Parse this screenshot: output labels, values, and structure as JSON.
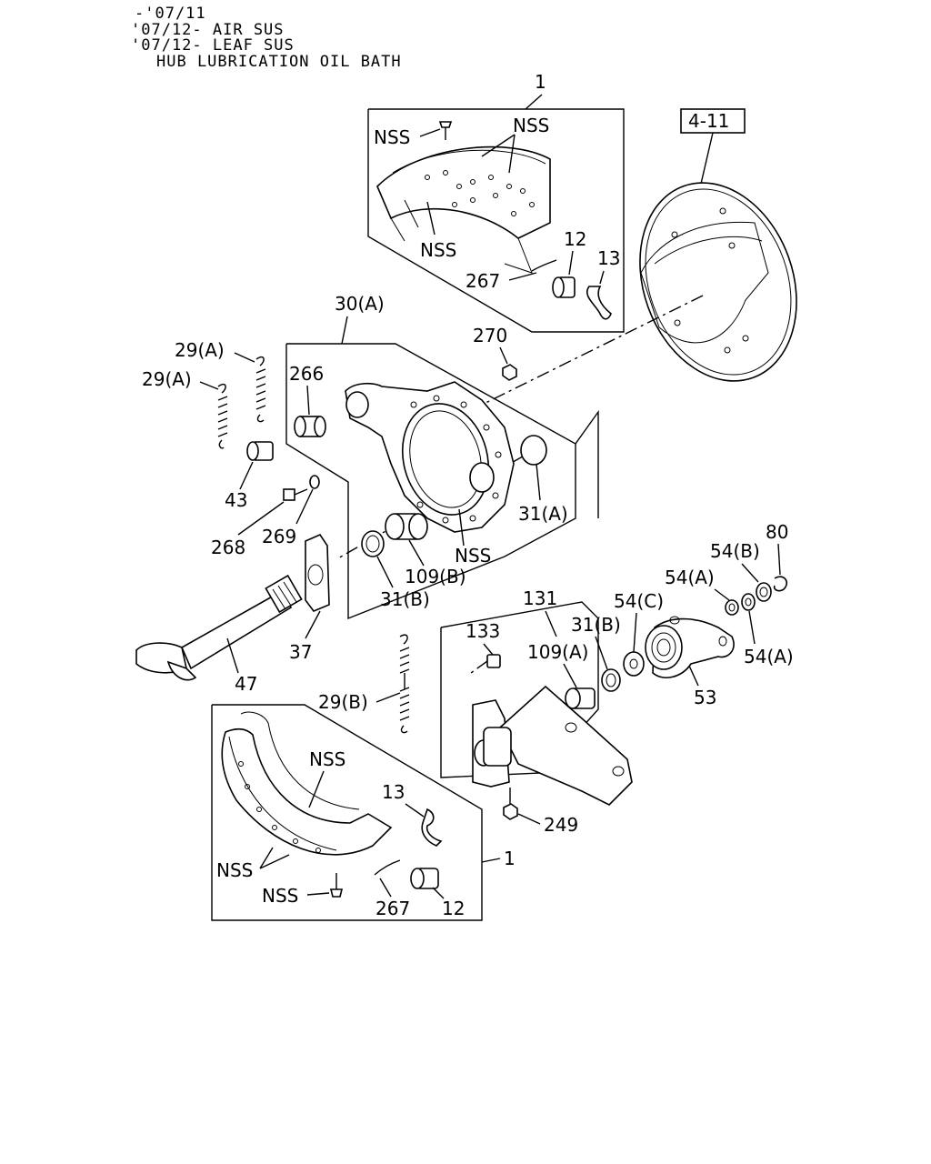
{
  "header": {
    "lines": [
      "-'07/11",
      "'07/12- AIR SUS",
      "'07/12- LEAF SUS",
      "HUB LUBRICATION OIL BATH"
    ]
  },
  "labels": {
    "ref_4_11": "4-11",
    "p1_top": "1",
    "p1_bottom": "1",
    "nss_top_a": "NSS",
    "nss_top_b": "NSS",
    "nss_top_c": "NSS",
    "p12_top": "12",
    "p13_top": "13",
    "p267_top": "267",
    "p30a": "30(A)",
    "p270": "270",
    "p266": "266",
    "p29a_1": "29(A)",
    "p29a_2": "29(A)",
    "p43": "43",
    "p268": "268",
    "p269": "269",
    "p31a": "31(A)",
    "nss_mid": "NSS",
    "p109b": "109(B)",
    "p31b_left": "31(B)",
    "p37": "37",
    "p47": "47",
    "p80": "80",
    "p54b": "54(B)",
    "p54a_1": "54(A)",
    "p54c": "54(C)",
    "p54a_2": "54(A)",
    "p131": "131",
    "p133": "133",
    "p31b_right": "31(B)",
    "p109a": "109(A)",
    "p53": "53",
    "p29b": "29(B)",
    "p249": "249",
    "nss_bot_a": "NSS",
    "p13_bot": "13",
    "nss_bot_b": "NSS",
    "nss_bot_c": "NSS",
    "p267_bot": "267",
    "p12_bot": "12"
  }
}
